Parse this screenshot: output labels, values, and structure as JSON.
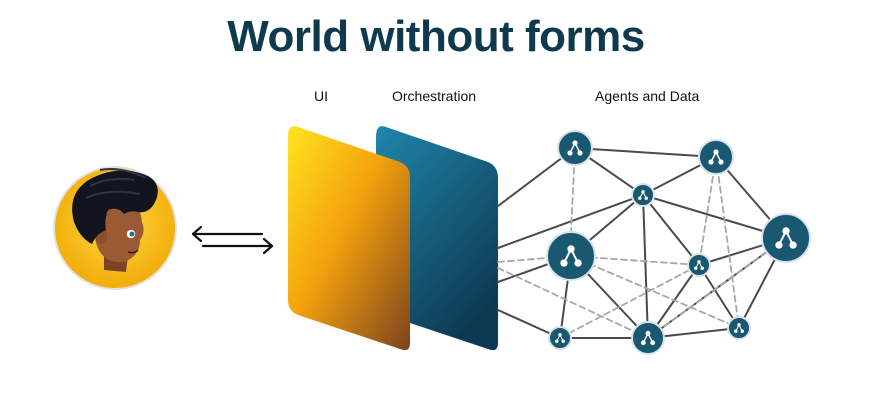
{
  "title": "World without forms",
  "labels": {
    "ui": "UI",
    "orchestration": "Orchestration",
    "agents": "Agents and Data"
  },
  "icons": {
    "avatar": "person-avatar-icon",
    "arrows": "bidirectional-arrows-icon",
    "node": "agent-network-node-icon"
  },
  "colors": {
    "title": "#0f3a4d",
    "ui_panel_top": "#ffd91a",
    "ui_panel_bottom": "#8a4a1f",
    "orchestration_panel": "#1a6f93",
    "node_fill": "#1a5872",
    "edge_solid": "#444444",
    "edge_dashed": "#a0a0a0",
    "avatar_bg": "#f5b800"
  }
}
